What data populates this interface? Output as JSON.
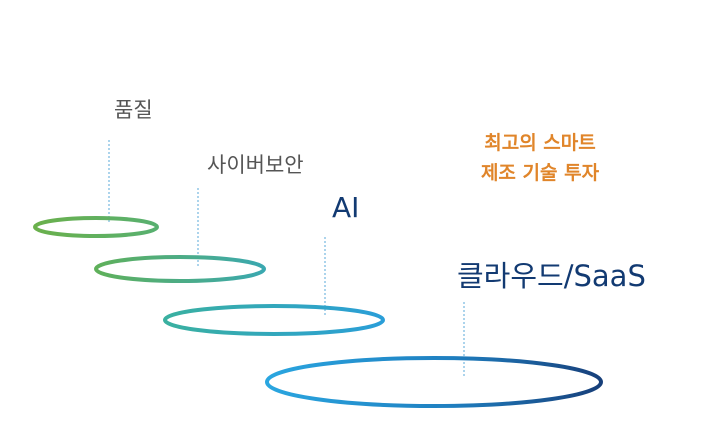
{
  "title": {
    "line1": "최고의 스마트",
    "line2": "제조 기술 투자"
  },
  "levels": [
    {
      "label": "품질"
    },
    {
      "label": "사이버보안"
    },
    {
      "label": "AI"
    },
    {
      "label": "클라우드/SaaS"
    }
  ],
  "colors": {
    "title": "#e0852a",
    "label_small": "#555555",
    "label_large": "#123a72",
    "ring_green": "#6ab04c",
    "ring_teal": "#3aaaa8",
    "ring_blue": "#2a9ed8",
    "ring_navy": "#173f7a"
  }
}
